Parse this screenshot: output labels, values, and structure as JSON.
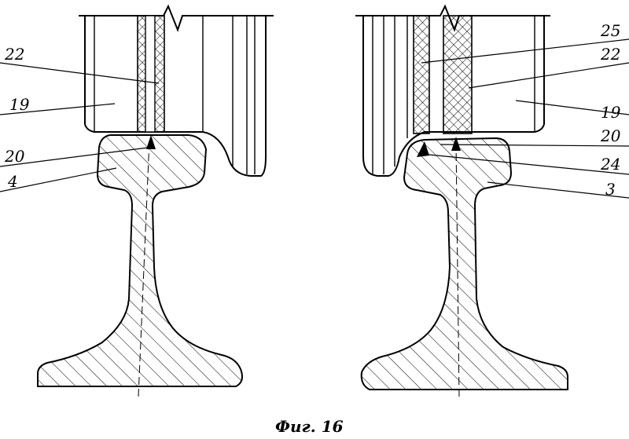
{
  "figure": {
    "caption": "Фиг. 16"
  },
  "left_assembly": {
    "labels": [
      "22",
      "19",
      "20",
      "4"
    ]
  },
  "right_assembly": {
    "labels": [
      "25",
      "22",
      "19",
      "20",
      "24",
      "3"
    ]
  },
  "style": {
    "line_color": "#000000",
    "background": "#ffffff"
  }
}
